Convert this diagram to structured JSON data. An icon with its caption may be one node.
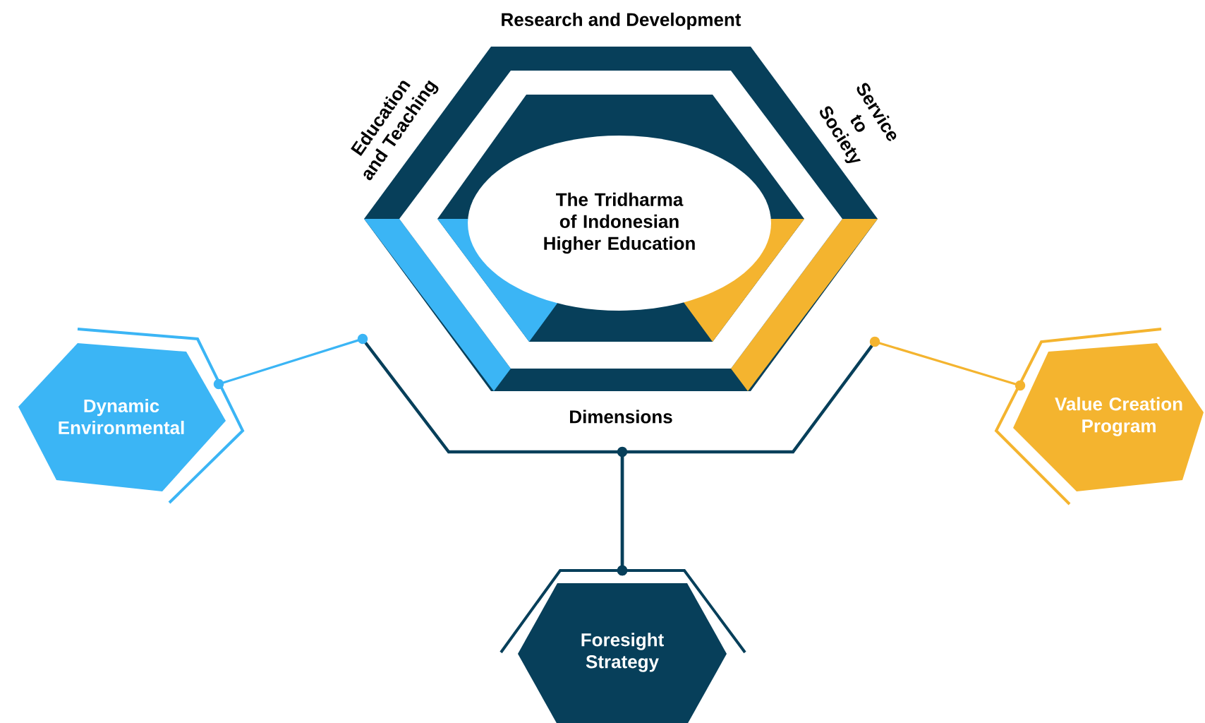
{
  "diagram": {
    "nodes": [
      {
        "text": [
          "The Tridharma of Indonesian Higher Education"
        ]
      },
      {
        "text": [
          "Dynamic Environmental"
        ]
      },
      {
        "text": [
          "Value Creation Program"
        ]
      },
      {
        "text": [
          "Foresight Strategy"
        ]
      }
    ],
    "edges": [
      {
        "from": 1,
        "to": 3,
        "arrow": "other"
      },
      {
        "from": 2,
        "to": 3,
        "arrow": "other"
      }
    ],
    "labels": [
      "Research and Development",
      "Education and Teaching",
      "Service to Society",
      "Dimensions"
    ]
  }
}
